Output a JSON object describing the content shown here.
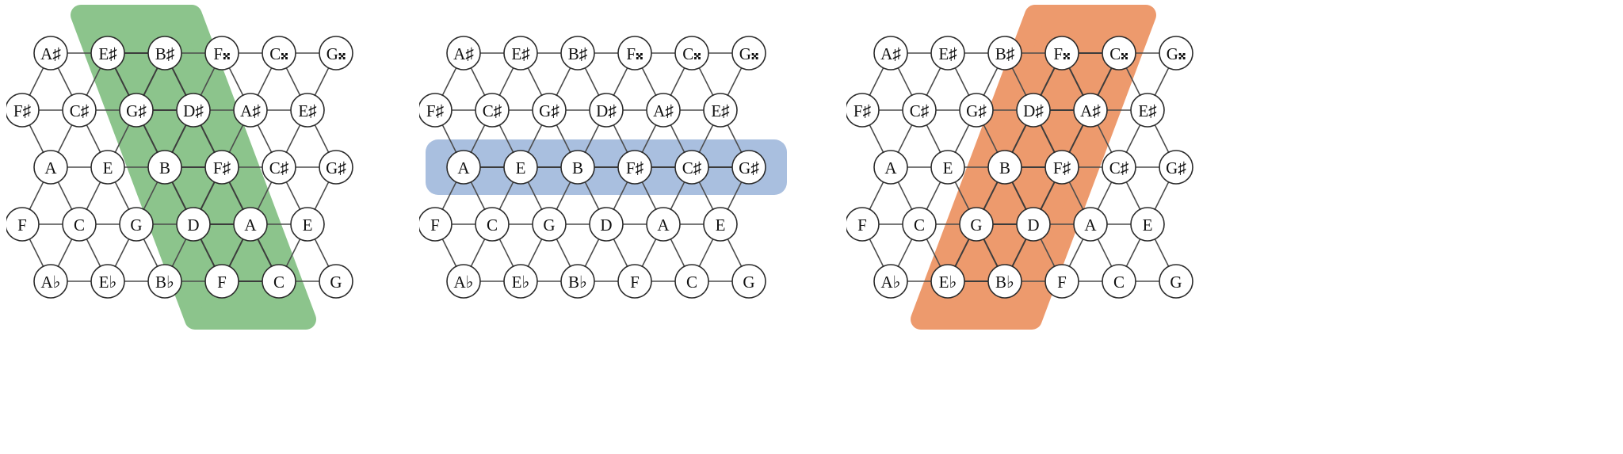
{
  "figure": {
    "type": "tonnetz-lattice-diagram",
    "panel_count": 3,
    "description": "Three Tonnetz note lattices with highlighted bands"
  },
  "lattice": {
    "rows": [
      {
        "offset": 1,
        "notes": [
          "A♯",
          "E♯",
          "B♯",
          "F𝄪",
          "C𝄪",
          "G𝄪"
        ]
      },
      {
        "offset": 0,
        "notes": [
          "F♯",
          "C♯",
          "G♯",
          "D♯",
          "A♯",
          "E♯"
        ]
      },
      {
        "offset": 1,
        "notes": [
          "A",
          "E",
          "B",
          "F♯",
          "C♯",
          "G♯"
        ]
      },
      {
        "offset": 0,
        "notes": [
          "F",
          "C",
          "G",
          "D",
          "A",
          "E"
        ]
      },
      {
        "offset": 1,
        "notes": [
          "A♭",
          "E♭",
          "B♭",
          "F",
          "C",
          "G"
        ]
      }
    ],
    "row_labels": [
      "row-sharp-sharp",
      "row-sharp-upper",
      "row-natural-upper",
      "row-natural-lower",
      "row-flat"
    ]
  },
  "panels": [
    {
      "id": "panel-green",
      "name": "green-diagonal-highlight",
      "highlight_color": "#8cc48c",
      "highlight_kind": "diagonal-band",
      "highlighted_notes": [
        "E♯",
        "B♯",
        "G♯",
        "D♯",
        "B",
        "F♯",
        "D",
        "A",
        "F",
        "C"
      ]
    },
    {
      "id": "panel-blue",
      "name": "blue-horizontal-highlight",
      "highlight_color": "#a9bfdf",
      "highlight_kind": "horizontal-band",
      "highlighted_notes": [
        "A",
        "E",
        "B",
        "F♯",
        "C♯",
        "G♯"
      ]
    },
    {
      "id": "panel-orange",
      "name": "orange-diagonal-highlight",
      "highlight_color": "#ed9a6d",
      "highlight_kind": "diagonal-band",
      "highlighted_notes": [
        "F𝄪",
        "C𝄪",
        "D♯",
        "A♯",
        "B",
        "F♯",
        "G",
        "D",
        "E♭",
        "B♭"
      ]
    }
  ],
  "chart_data": {
    "type": "scatter",
    "title": "",
    "xlabel": "",
    "ylabel": "",
    "grid": false,
    "legend": "none",
    "nodes_per_row": 6,
    "rows": 5,
    "panels": [
      {
        "label": "green",
        "color": "#8cc48c",
        "selected": [
          "E♯",
          "B♯",
          "G♯",
          "D♯",
          "B",
          "F♯",
          "D",
          "A",
          "F",
          "C"
        ]
      },
      {
        "label": "blue",
        "color": "#a9bfdf",
        "selected": [
          "A",
          "E",
          "B",
          "F♯",
          "C♯",
          "G♯"
        ]
      },
      {
        "label": "orange",
        "color": "#ed9a6d",
        "selected": [
          "F𝄪",
          "C𝄪",
          "D♯",
          "A♯",
          "B",
          "F♯",
          "G",
          "D",
          "E♭",
          "B♭"
        ]
      }
    ]
  }
}
